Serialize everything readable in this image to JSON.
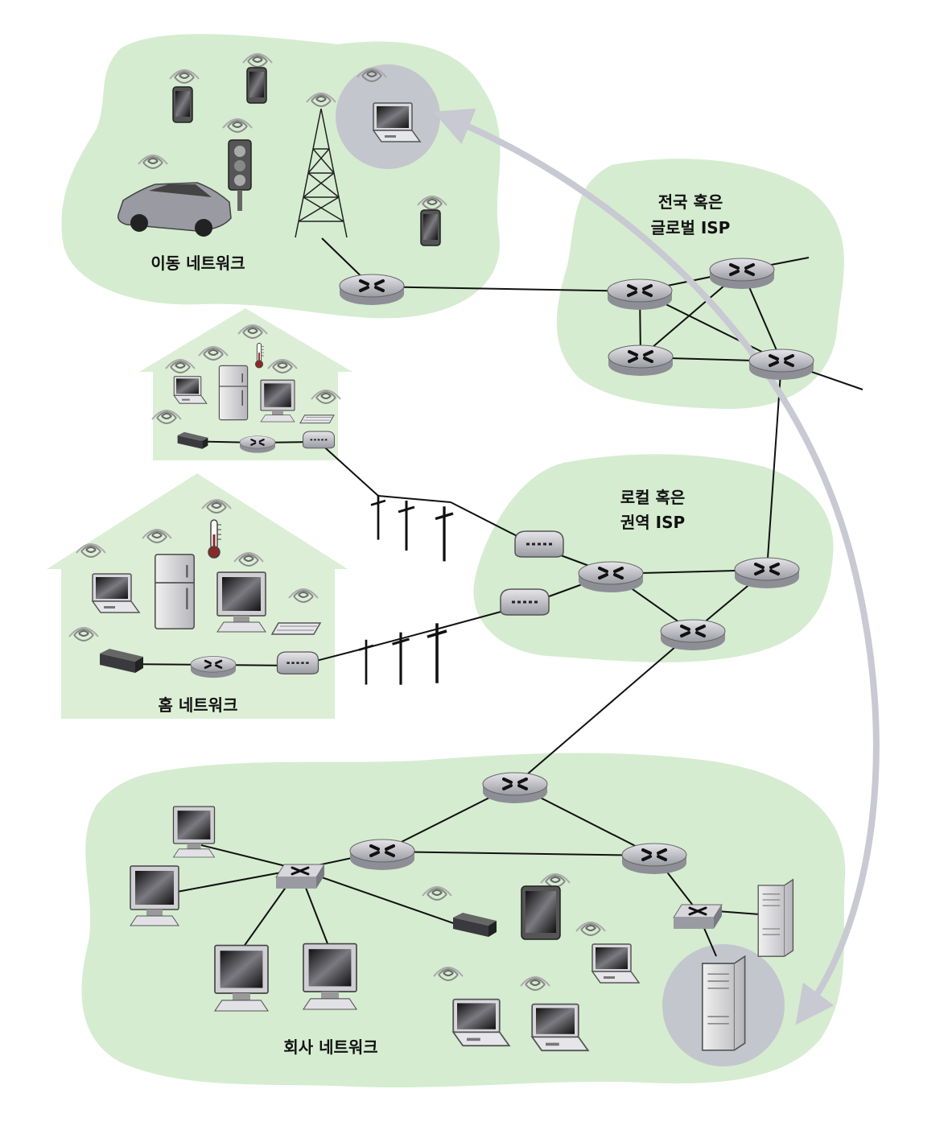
{
  "labels": {
    "mobile": "이동 네트워크",
    "global_isp_1": "전국 혹은",
    "global_isp_2": "글로벌 ISP",
    "regional_isp_1": "로컬 혹은",
    "regional_isp_2": "권역 ISP",
    "home": "홈 네트워크",
    "enterprise": "회사 네트워크"
  },
  "colors": {
    "region_fill": "#d5ecd0",
    "house_fill": "#dcefd6",
    "highlight_circle": "#c4c6cd",
    "arrow": "#c8c9d3",
    "link": "#111111"
  },
  "icons": [
    "router",
    "link-switch",
    "cell-tower",
    "laptop",
    "smartphone",
    "tablet",
    "car",
    "traffic-light",
    "refrigerator",
    "thermometer",
    "monitor",
    "keyboard",
    "modem",
    "cable-head",
    "telephone-pole",
    "server",
    "wireless-access-point",
    "wireless-signal"
  ]
}
